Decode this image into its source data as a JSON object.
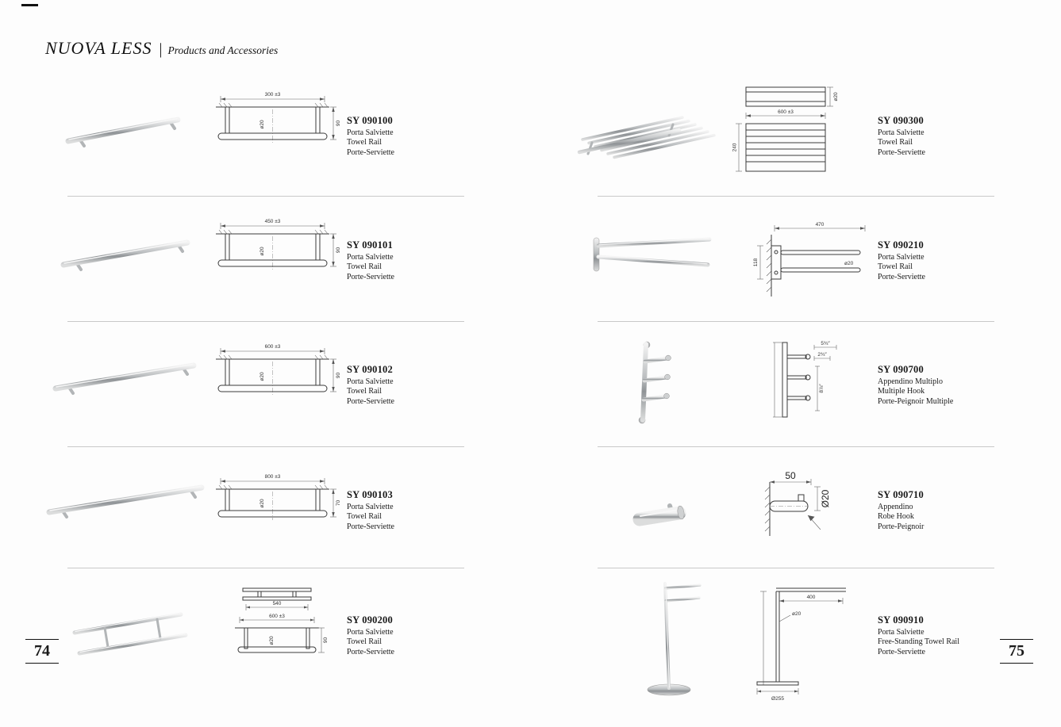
{
  "header": {
    "brand": "NUOVA LESS",
    "divider": "|",
    "subtitle": "Products and Accessories"
  },
  "page_left": {
    "number": "74",
    "products": [
      {
        "code": "SY 090100",
        "lines": [
          "Porta Salviette",
          "Towel Rail",
          "Porte-Serviette"
        ],
        "dims": {
          "w": "300 ±3",
          "d": "ø20",
          "h": "90"
        }
      },
      {
        "code": "SY 090101",
        "lines": [
          "Porta Salviette",
          "Towel Rail",
          "Porte-Serviette"
        ],
        "dims": {
          "w": "450 ±3",
          "d": "ø20",
          "h": "90"
        }
      },
      {
        "code": "SY 090102",
        "lines": [
          "Porta Salviette",
          "Towel Rail",
          "Porte-Serviette"
        ],
        "dims": {
          "w": "600 ±3",
          "d": "ø20",
          "h": "90"
        }
      },
      {
        "code": "SY 090103",
        "lines": [
          "Porta Salviette",
          "Towel Rail",
          "Porte-Serviette"
        ],
        "dims": {
          "w": "800 ±3",
          "d": "ø20",
          "h": "70"
        }
      },
      {
        "code": "SY 090200",
        "lines": [
          "Porta Salviette",
          "Towel Rail",
          "Porte-Serviette"
        ],
        "dims": {
          "w2": "540",
          "w": "600 ±3",
          "d": "ø20",
          "h": "90"
        }
      }
    ]
  },
  "page_right": {
    "number": "75",
    "products": [
      {
        "code": "SY 090300",
        "lines": [
          "Porta Salviette",
          "Towel Rail",
          "Porte-Serviette"
        ],
        "dims": {
          "w": "600 ±3",
          "d": "ø20",
          "h": "240"
        }
      },
      {
        "code": "SY 090210",
        "lines": [
          "Porta Salviette",
          "Towel Rail",
          "Porte-Serviette"
        ],
        "dims": {
          "w": "470",
          "h": "118",
          "d": "ø20"
        }
      },
      {
        "code": "SY 090700",
        "lines": [
          "Appendino Multiplo",
          "Multiple Hook",
          "Porte-Peignoir Multiple"
        ],
        "dims": {
          "a": "5¾″",
          "b": "2¾″",
          "c": "8⅞″"
        }
      },
      {
        "code": "SY 090710",
        "lines": [
          "Appendino",
          "Robe Hook",
          "Porte-Peignoir"
        ],
        "dims": {
          "w": "50",
          "d": "Ø20"
        }
      },
      {
        "code": "SY 090910",
        "lines": [
          "Porta Salviette",
          "Free-Standing Towel Rail",
          "Porte-Serviette"
        ],
        "dims": {
          "w": "400",
          "d": "ø20",
          "base": "Ø255"
        }
      }
    ]
  }
}
